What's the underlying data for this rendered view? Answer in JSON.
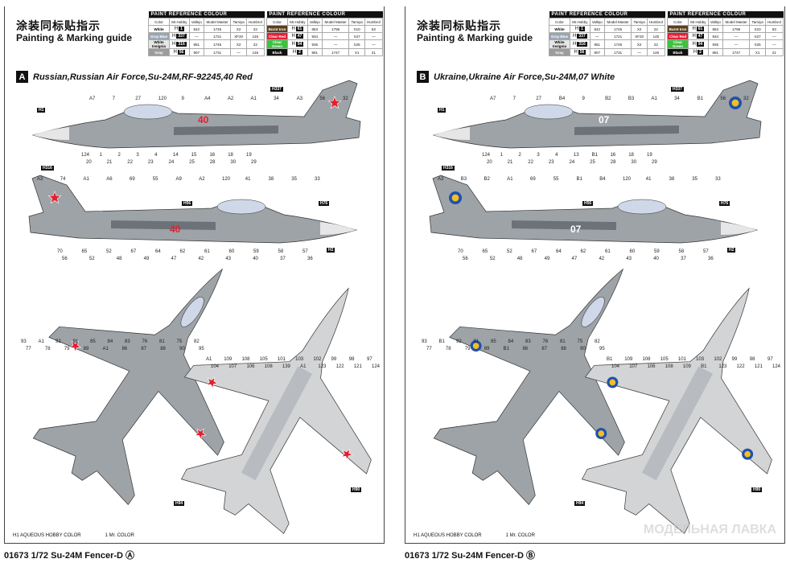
{
  "header": {
    "title_cn": "涂装同标贴指示",
    "title_en": "Painting & Marking guide"
  },
  "paint_table": {
    "title": "PAINT REFERENCE COLOUR",
    "columns": [
      "Color",
      "Mr.Hobby",
      "Vallejo",
      "Model Master",
      "Tamiya",
      "Humbrol"
    ],
    "left": [
      {
        "color": "White",
        "swatch": "#ffffff",
        "code": "1",
        "vallejo": "842",
        "mm": "1745",
        "tamiya": "X2",
        "humbrol": "22"
      },
      {
        "color": "Gray Blue",
        "swatch": "#9aa6b4",
        "code": "337",
        "vallejo": "—",
        "mm": "1721",
        "tamiya": "XF20",
        "humbrol": "145"
      },
      {
        "color": "White Insignia",
        "swatch": "#e6e6e6",
        "code": "316",
        "vallejo": "951",
        "mm": "1745",
        "tamiya": "X2",
        "humbrol": "22"
      },
      {
        "color": "Gray",
        "swatch": "#9c9c9c",
        "code": "56",
        "vallejo": "907",
        "mm": "1731",
        "tamiya": "—",
        "humbrol": "146"
      }
    ],
    "right": [
      {
        "color": "Burnt Iron",
        "swatch": "#5a4020",
        "code": "61",
        "vallejo": "863",
        "mm": "1796",
        "tamiya": "X10",
        "humbrol": "53"
      },
      {
        "color": "Clear Red",
        "swatch": "#e0203a",
        "code": "47",
        "vallejo": "934",
        "mm": "—",
        "tamiya": "X27",
        "humbrol": "—"
      },
      {
        "color": "Clear Green",
        "swatch": "#40c040",
        "code": "94",
        "vallejo": "936",
        "mm": "—",
        "tamiya": "X25",
        "humbrol": "—"
      },
      {
        "color": "Black",
        "swatch": "#111111",
        "code": "2",
        "vallejo": "861",
        "mm": "1747",
        "tamiya": "X1",
        "humbrol": "21"
      }
    ]
  },
  "panels": [
    {
      "letter": "A",
      "title": "Russian,Russian Air Force,Su-24M,RF-92245,40 Red",
      "tail_number": "40",
      "insignia": "red-star",
      "footer": "01673  1/72 Su-24M Fencer-D Ⓐ",
      "side1_top": [
        "A7",
        "7",
        "27",
        "120",
        "9",
        "A4",
        "A2",
        "A1",
        "34",
        "A3",
        "56",
        "32"
      ],
      "side1_bottom": [
        "124",
        "1",
        "2",
        "3",
        "4",
        "14",
        "15",
        "16",
        "18",
        "19",
        "20",
        "21",
        "22",
        "23",
        "24",
        "25",
        "28",
        "30",
        "29"
      ],
      "side2_top": [
        "A3",
        "74",
        "A1",
        "A6",
        "69",
        "55",
        "A9",
        "A2",
        "120",
        "41",
        "38",
        "35",
        "33"
      ],
      "side2_bottom": [
        "70",
        "65",
        "52",
        "67",
        "64",
        "62",
        "61",
        "60",
        "59",
        "58",
        "57",
        "56",
        "52",
        "48",
        "49",
        "47",
        "42",
        "43",
        "40",
        "37",
        "36"
      ],
      "plan1": [
        "93",
        "A1",
        "92",
        "91",
        "85",
        "84",
        "83",
        "76",
        "81",
        "75",
        "82",
        "77",
        "78",
        "79",
        "89",
        "A1",
        "86",
        "87",
        "88",
        "90",
        "95"
      ],
      "plan2": [
        "A1",
        "109",
        "108",
        "105",
        "101",
        "103",
        "102",
        "99",
        "98",
        "97",
        "104",
        "107",
        "106",
        "108",
        "139",
        "A1",
        "123",
        "122",
        "121",
        "124"
      ]
    },
    {
      "letter": "B",
      "title": "Ukraine,Ukraine Air Force,Su-24M,07 White",
      "tail_number": "07",
      "insignia": "ua-roundel",
      "footer": "01673  1/72 Su-24M Fencer-D Ⓑ",
      "side1_top": [
        "A7",
        "7",
        "27",
        "B4",
        "9",
        "B2",
        "B3",
        "A1",
        "34",
        "B1",
        "56",
        "32"
      ],
      "side1_bottom": [
        "124",
        "1",
        "2",
        "3",
        "4",
        "13",
        "B1",
        "16",
        "18",
        "19",
        "20",
        "21",
        "22",
        "23",
        "24",
        "25",
        "28",
        "30",
        "29"
      ],
      "side2_top": [
        "A3",
        "B3",
        "B2",
        "A1",
        "69",
        "55",
        "B1",
        "B4",
        "120",
        "41",
        "38",
        "35",
        "33"
      ],
      "side2_bottom": [
        "70",
        "65",
        "52",
        "67",
        "64",
        "62",
        "61",
        "60",
        "59",
        "58",
        "57",
        "56",
        "52",
        "48",
        "49",
        "47",
        "42",
        "43",
        "40",
        "37",
        "36"
      ],
      "plan1": [
        "93",
        "B1",
        "92",
        "91",
        "85",
        "84",
        "83",
        "76",
        "81",
        "75",
        "82",
        "77",
        "78",
        "79",
        "89",
        "B1",
        "86",
        "87",
        "88",
        "90",
        "95"
      ],
      "plan2": [
        "B1",
        "109",
        "108",
        "105",
        "101",
        "103",
        "102",
        "99",
        "98",
        "97",
        "104",
        "107",
        "106",
        "108",
        "109",
        "B1",
        "123",
        "122",
        "121",
        "124"
      ]
    }
  ],
  "color_callouts": [
    "H1",
    "H337",
    "H316",
    "H56",
    "H76",
    "H2",
    "H94",
    "H90"
  ],
  "legend": {
    "aqueous": "H1  AQUEOUS HOBBY COLOR",
    "mr": "1  Mr. COLOR"
  },
  "watermark": "МОДЕЛЬНАЯ ЛАВКА",
  "colors": {
    "body": "#9ea3a8",
    "belly": "#d2d4d6",
    "dark": "#6d7278",
    "red": "#e02030",
    "ua_blue": "#2050b0",
    "ua_yellow": "#f0c020"
  }
}
